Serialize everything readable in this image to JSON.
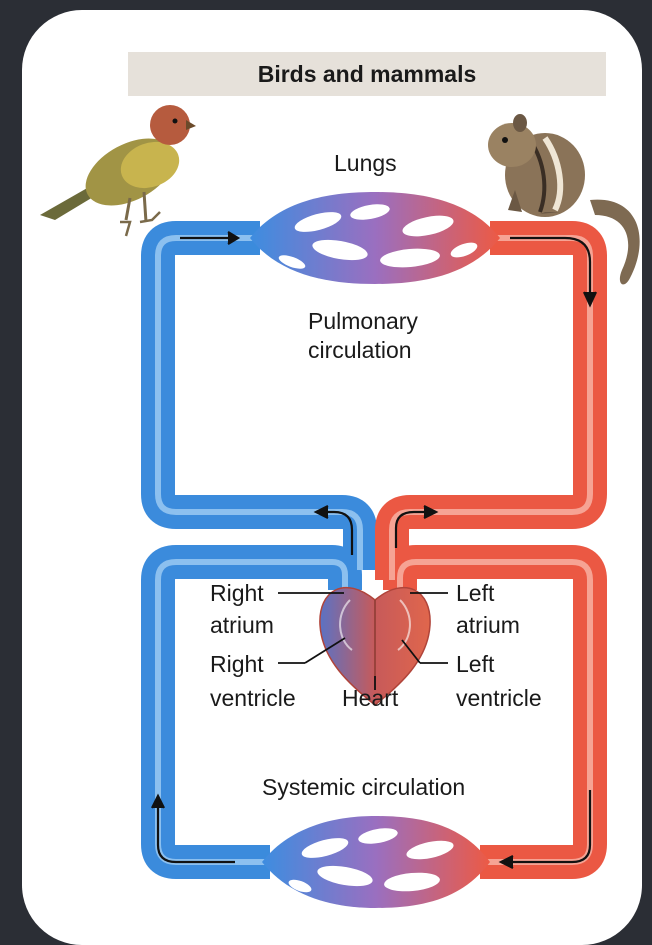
{
  "title": "Birds and mammals",
  "labels": {
    "lungs": "Lungs",
    "pulmonary_1": "Pulmonary",
    "pulmonary_2": "circulation",
    "right_atrium_1": "Right",
    "right_atrium_2": "atrium",
    "right_ventricle_1": "Right",
    "right_ventricle_2": "ventricle",
    "heart": "Heart",
    "left_atrium_1": "Left",
    "left_atrium_2": "atrium",
    "left_ventricle_1": "Left",
    "left_ventricle_2": "ventricle",
    "systemic": "Systemic circulation"
  },
  "colors": {
    "background": "#2b2e35",
    "panel": "#ffffff",
    "title_bar": "#e6e1da",
    "deoxygenated": "#3d8de0",
    "oxygenated": "#ec5a45",
    "capillary_mix": "#8a74c8"
  },
  "icons": [
    "bird-illustration",
    "chipmunk-illustration",
    "flow-arrow-icon"
  ]
}
